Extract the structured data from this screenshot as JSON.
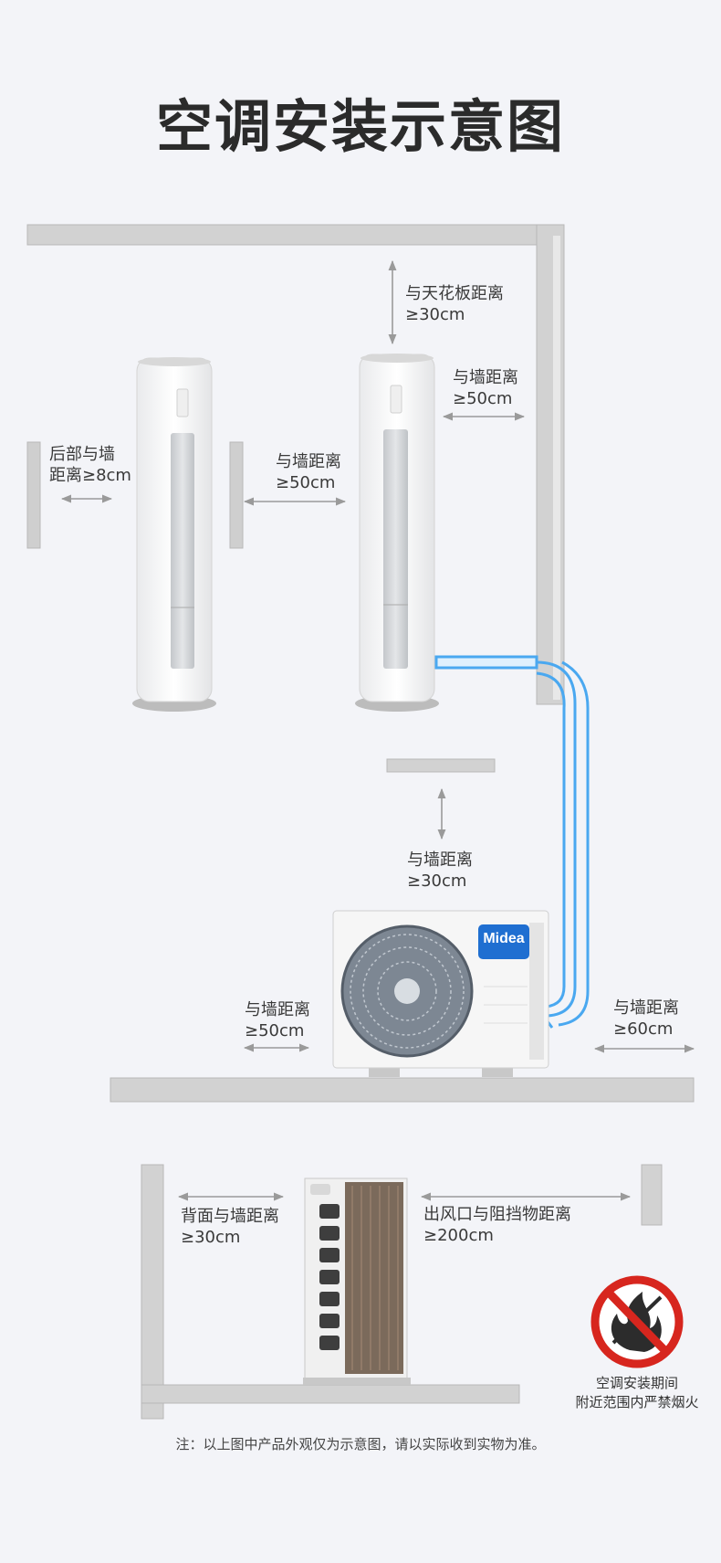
{
  "title": "空调安装示意图",
  "labels": {
    "ceiling": [
      "与天花板距离",
      "≥30cm"
    ],
    "indoor_right_wall": [
      "与墙距离",
      "≥50cm"
    ],
    "indoor_back_wall": [
      "后部与墙",
      "距离≥8cm"
    ],
    "indoor_side_wall": [
      "与墙距离",
      "≥50cm"
    ],
    "outdoor_top": [
      "与墙距离",
      "≥30cm"
    ],
    "outdoor_left": [
      "与墙距离",
      "≥50cm"
    ],
    "outdoor_right": [
      "与墙距离",
      "≥60cm"
    ],
    "side_back": [
      "背面与墙距离",
      "≥30cm"
    ],
    "side_outlet": [
      "出风口与阻挡物距离",
      "≥200cm"
    ]
  },
  "brand": "Midea",
  "warning": [
    "空调安装期间",
    "附近范围内严禁烟火"
  ],
  "note": "注：以上图中产品外观仅为示意图，请以实际收到实物为准。",
  "colors": {
    "pipe": "#4aa8f0",
    "wall": "#c9c9c9",
    "arrow": "#9a9a9a",
    "brand_blue": "#1f6fd1",
    "warning_red": "#d7261e"
  },
  "icons": [
    "double-arrow-icon",
    "no-fire-icon",
    "fan-icon"
  ]
}
